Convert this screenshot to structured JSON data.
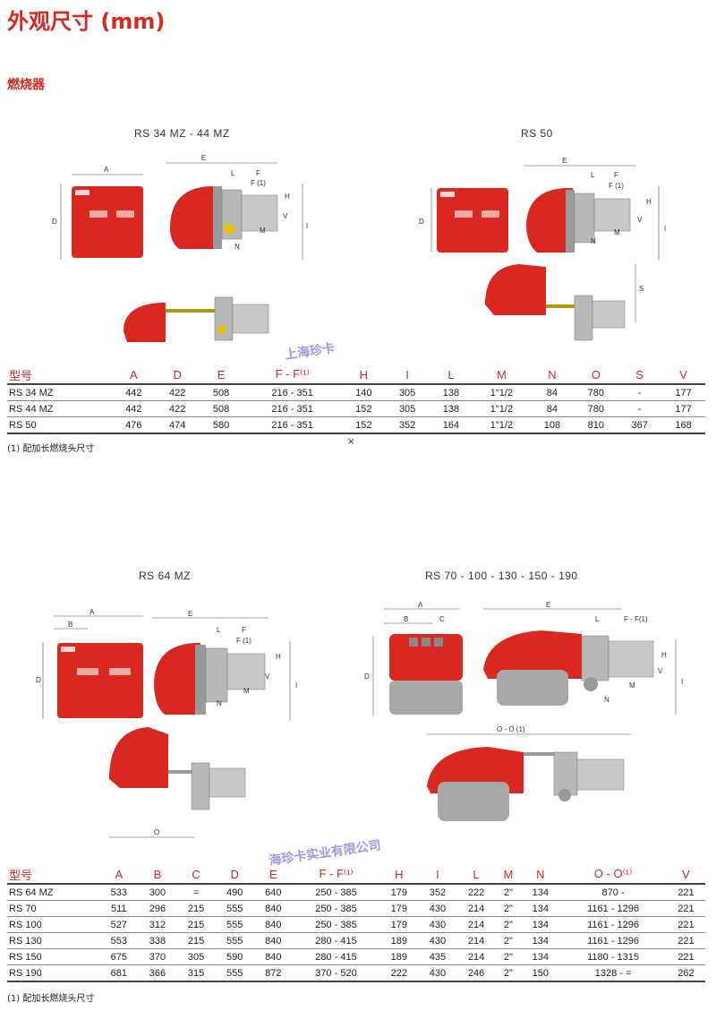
{
  "page_title": "外观尺寸 (mm)",
  "section_heading": "燃烧器",
  "diagrams": {
    "d1": "RS 34 MZ - 44 MZ",
    "d2": "RS 50",
    "d3": "RS 64 MZ",
    "d4": "RS 70 - 100 - 130 - 150 - 190"
  },
  "dim_labels": {
    "A": "A",
    "B": "B",
    "C": "C",
    "D": "D",
    "E": "E",
    "F": "F",
    "F1": "F (1)",
    "FF1": "F - F(1)",
    "H": "H",
    "I": "I",
    "L": "L",
    "M": "M",
    "N": "N",
    "S": "S",
    "V": "V",
    "O": "O",
    "OO1": "O - O (1)"
  },
  "table1": {
    "headers": [
      "型号",
      "A",
      "D",
      "E",
      "F - F⁽¹⁾",
      "H",
      "I",
      "L",
      "M",
      "N",
      "O",
      "S",
      "V"
    ],
    "rows": [
      [
        "RS 34 MZ",
        "442",
        "422",
        "508",
        "216 - 351",
        "140",
        "305",
        "138",
        "1\"1/2",
        "84",
        "780",
        "-",
        "177"
      ],
      [
        "RS 44 MZ",
        "442",
        "422",
        "508",
        "216 - 351",
        "152",
        "305",
        "138",
        "1\"1/2",
        "84",
        "780",
        "-",
        "177"
      ],
      [
        "RS 50",
        "476",
        "474",
        "580",
        "216 - 351",
        "152",
        "352",
        "164",
        "1\"1/2",
        "108",
        "810",
        "367",
        "168"
      ]
    ]
  },
  "footnote1": "(1) 配加长燃烧头尺寸",
  "x_mark": "×",
  "table2": {
    "headers": [
      "型号",
      "A",
      "B",
      "C",
      "D",
      "E",
      "F - F⁽¹⁾",
      "H",
      "I",
      "L",
      "M",
      "N",
      "O - O⁽¹⁾",
      "V"
    ],
    "rows": [
      [
        "RS 64 MZ",
        "533",
        "300",
        "=",
        "490",
        "640",
        "250 - 385",
        "179",
        "352",
        "222",
        "2\"",
        "134",
        "870 -",
        "221"
      ],
      [
        "RS 70",
        "511",
        "296",
        "215",
        "555",
        "840",
        "250 - 385",
        "179",
        "430",
        "214",
        "2\"",
        "134",
        "1161 - 1296",
        "221"
      ],
      [
        "RS 100",
        "527",
        "312",
        "215",
        "555",
        "840",
        "250 - 385",
        "179",
        "430",
        "214",
        "2\"",
        "134",
        "1161 - 1296",
        "221"
      ],
      [
        "RS 130",
        "553",
        "338",
        "215",
        "555",
        "840",
        "280 - 415",
        "189",
        "430",
        "214",
        "2\"",
        "134",
        "1161 - 1296",
        "221"
      ],
      [
        "RS 150",
        "675",
        "370",
        "305",
        "590",
        "840",
        "280 - 415",
        "189",
        "435",
        "214",
        "2\"",
        "134",
        "1180 - 1315",
        "221"
      ],
      [
        "RS 190",
        "681",
        "366",
        "315",
        "555",
        "872",
        "370 - 520",
        "222",
        "430",
        "246",
        "2\"",
        "150",
        "1328 - =",
        "262"
      ]
    ]
  },
  "footnote2": "(1) 配加长燃烧头尺寸",
  "stamp_1": "上海珍卡",
  "stamp_2": "海珍卡实业有限公司",
  "colors": {
    "accent": "#d9281f",
    "burner_red": "#d9281f",
    "grey_part": "#b8b8b8"
  }
}
